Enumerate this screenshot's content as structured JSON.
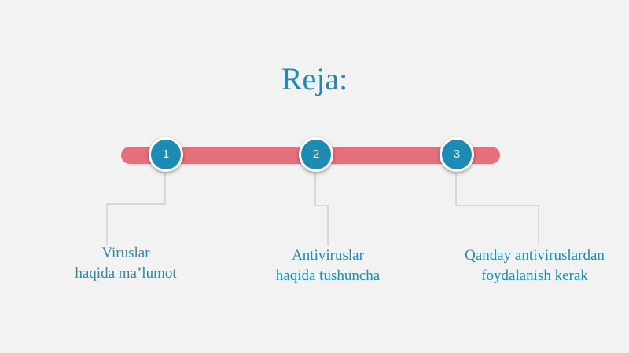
{
  "slide": {
    "title": "Reja:"
  },
  "timeline": {
    "steps": [
      {
        "number": "1",
        "line1": "Viruslar",
        "line2": "haqida ma’lumot"
      },
      {
        "number": "2",
        "line1": "Antiviruslar",
        "line2": "haqida tushuncha"
      },
      {
        "number": "3",
        "line1": "Qanday antiviruslardan",
        "line2": "foydalanish kerak"
      }
    ]
  },
  "colors": {
    "accent": "#1e8bb4",
    "bar": "#e5707b",
    "connector": "#bdbdbd",
    "background": "#f2f2f2"
  }
}
